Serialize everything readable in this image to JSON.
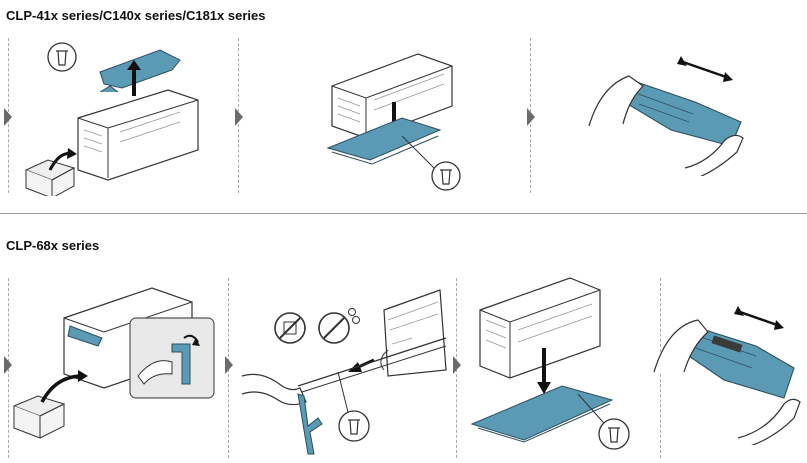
{
  "sections": [
    {
      "title": "CLP-41x series/C140x series/C181x series",
      "steps": 3
    },
    {
      "title": "CLP-68x series",
      "steps": 4
    }
  ],
  "colors": {
    "accent": "#5b9ab4",
    "line": "#3a3a3a",
    "separator": "#9a9a9a"
  },
  "icons": [
    "recycle-bin-icon",
    "no-shaking-icon",
    "no-tool-icon",
    "double-arrow-icon"
  ]
}
